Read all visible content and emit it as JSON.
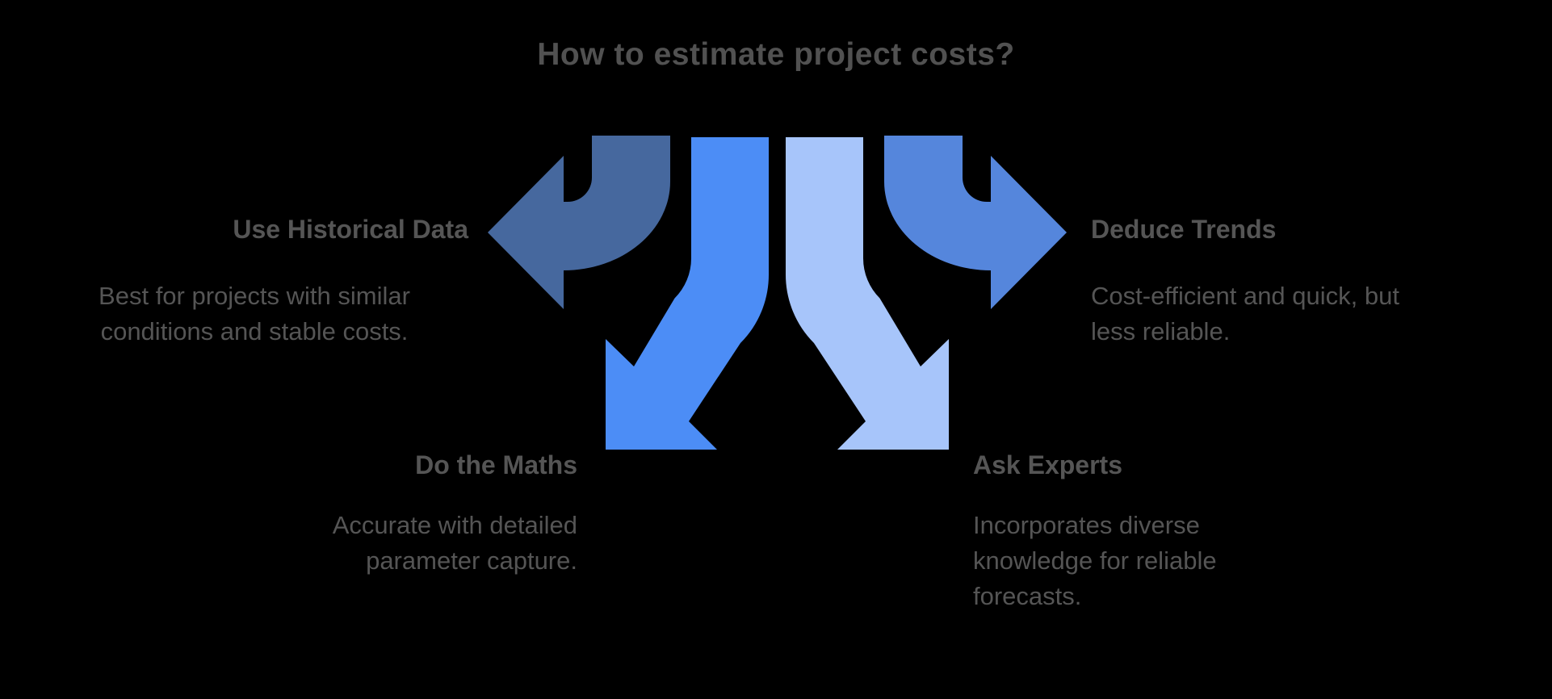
{
  "title": "How to estimate project costs?",
  "colors": {
    "background": "#000000",
    "text": "#555555",
    "title_text": "#515151"
  },
  "items": [
    {
      "id": "use-historical-data",
      "heading": "Use Historical Data",
      "body_lines": [
        "Best for projects with similar",
        "conditions and stable costs."
      ],
      "arrow": "curved-arrow-left",
      "arrow_color": "#46689E"
    },
    {
      "id": "do-the-maths",
      "heading": "Do the Maths",
      "body_lines": [
        "Accurate with detailed",
        "parameter capture."
      ],
      "arrow": "curved-arrow-down-left",
      "arrow_color": "#4C8DF6"
    },
    {
      "id": "ask-experts",
      "heading": "Ask Experts",
      "body_lines": [
        "Incorporates diverse",
        "knowledge for reliable",
        "forecasts."
      ],
      "arrow": "curved-arrow-down-right",
      "arrow_color": "#A7C5FA"
    },
    {
      "id": "deduce-trends",
      "heading": "Deduce Trends",
      "body_lines": [
        "Cost-efficient and quick, but",
        "less reliable."
      ],
      "arrow": "curved-arrow-right",
      "arrow_color": "#5586DC"
    }
  ]
}
